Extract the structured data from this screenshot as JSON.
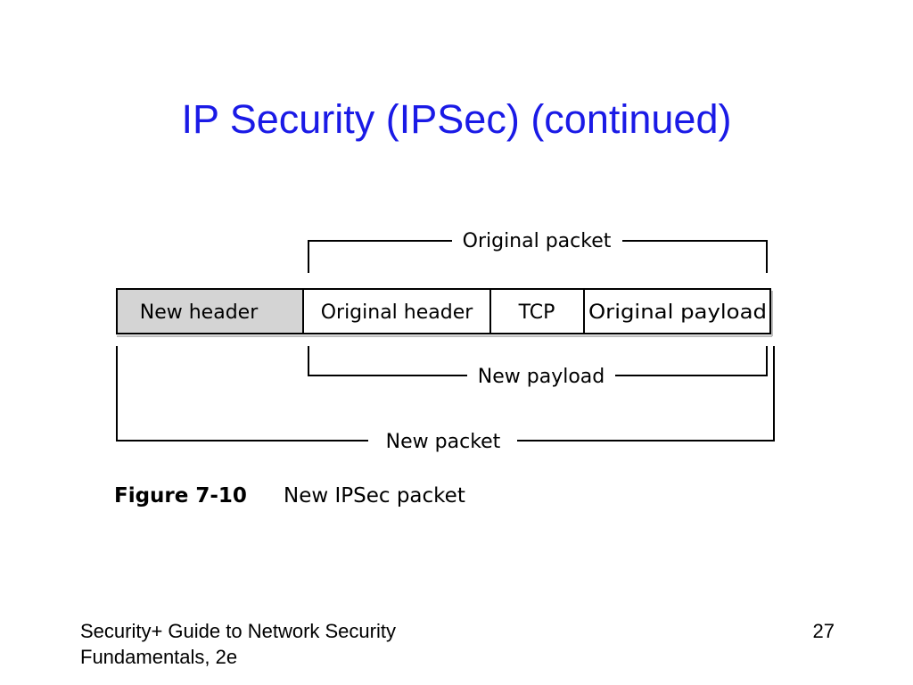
{
  "slide": {
    "title": "IP Security (IPSec) (continued)"
  },
  "diagram": {
    "segments": [
      {
        "label": "New header",
        "fill": "#d4d4d4"
      },
      {
        "label": "Original header",
        "fill": "#ffffff"
      },
      {
        "label": "TCP",
        "fill": "#ffffff"
      },
      {
        "label": "Original payload",
        "fill": "#ffffff"
      }
    ],
    "brackets": {
      "original_packet": "Original packet",
      "new_payload": "New payload",
      "new_packet": "New packet"
    },
    "caption": {
      "figure_number": "Figure 7-10",
      "text": "New IPSec packet"
    }
  },
  "footer": {
    "line1": "Security+ Guide to Network Security",
    "line2": "Fundamentals, 2e",
    "page_number": "27"
  }
}
